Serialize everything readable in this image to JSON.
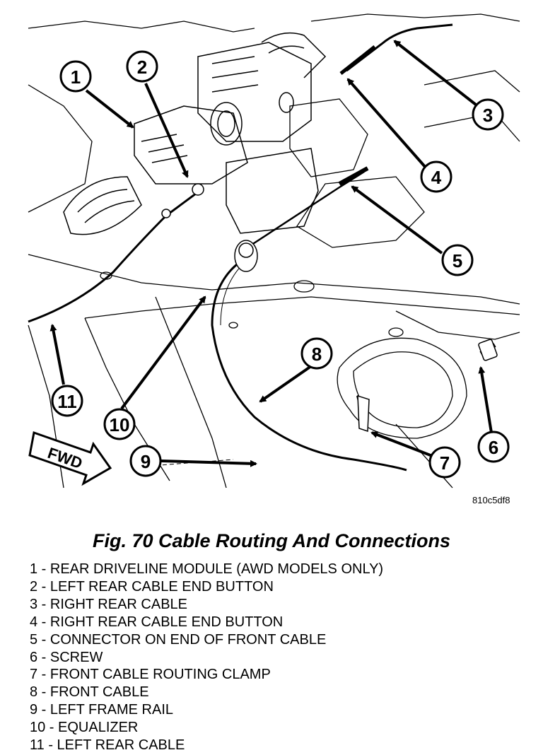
{
  "figure": {
    "image_code": "810c5df8",
    "caption": "Fig. 70 Cable Routing And Connections",
    "fwd_label": "FWD"
  },
  "callouts": [
    "1",
    "2",
    "3",
    "4",
    "5",
    "6",
    "7",
    "8",
    "9",
    "10",
    "11"
  ],
  "legend": [
    "1 - REAR DRIVELINE MODULE (AWD MODELS ONLY)",
    "2 - LEFT REAR CABLE END BUTTON",
    "3 - RIGHT REAR CABLE",
    "4 - RIGHT REAR CABLE END BUTTON",
    "5 - CONNECTOR ON END OF FRONT CABLE",
    "6 - SCREW",
    "7 - FRONT CABLE ROUTING CLAMP",
    "8 - FRONT CABLE",
    "9 - LEFT FRAME RAIL",
    "10 - EQUALIZER",
    "11 - LEFT REAR CABLE"
  ]
}
